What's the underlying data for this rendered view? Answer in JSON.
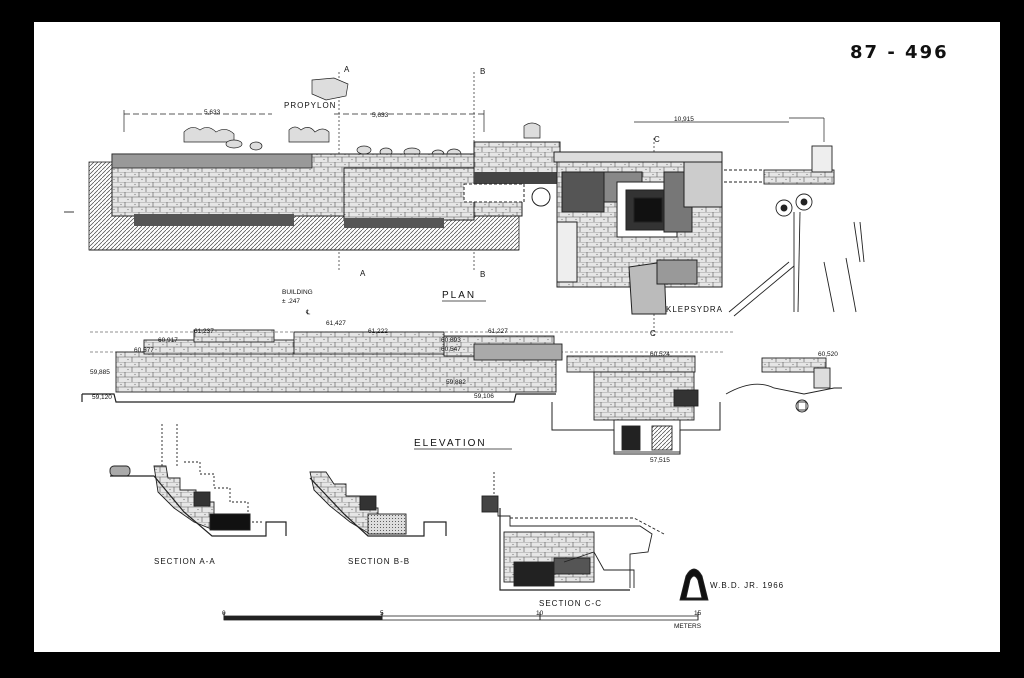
{
  "sheet_number": "87 - 496",
  "plan": {
    "title": "PLAN",
    "propylon_label": "PROPYLON",
    "klepsydra_label": "KLEPSYDRA",
    "section_marks": {
      "a": "A",
      "b": "B",
      "c": "C"
    },
    "dimensions": [
      "5,633",
      "5,633",
      "10,915"
    ]
  },
  "elevation": {
    "title": "ELEVATION",
    "building_label": "BUILDING",
    "building_value": "± .247",
    "centerline": "℄",
    "levels": [
      "61,237",
      "60,917",
      "61,427",
      "61,222",
      "61,227",
      "60,577",
      "60,893",
      "60,547",
      "59,885",
      "59,882",
      "59,120",
      "59,106",
      "60,524",
      "57,515",
      "60,520"
    ]
  },
  "sections": [
    {
      "label": "SECTION A-A"
    },
    {
      "label": "SECTION B-B"
    },
    {
      "label": "SECTION C-C"
    }
  ],
  "signature": "W.B.D. JR. 1966",
  "scale": {
    "ticks": [
      "0",
      "5",
      "10",
      "15"
    ],
    "unit": "METERS"
  }
}
